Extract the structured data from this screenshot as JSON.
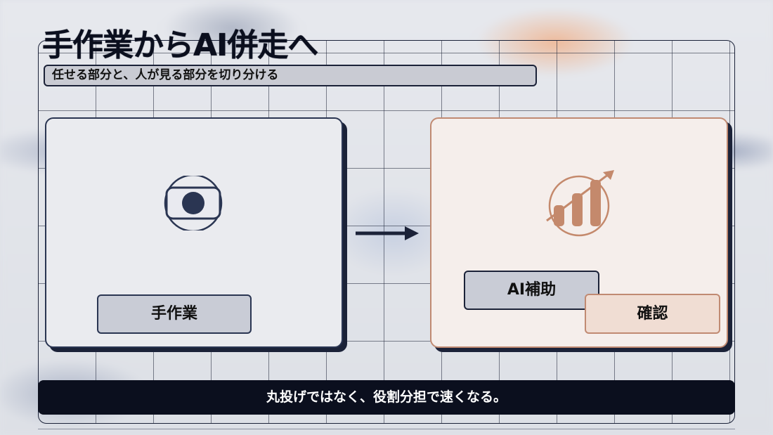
{
  "slide": {
    "title": "手作業からAI併走へ",
    "subtitle": "任せる部分と、人が見る部分を切り分ける",
    "left_panel": {
      "label": "手作業",
      "icon": "eye-icon"
    },
    "right_panel": {
      "ai_label": "AI補助",
      "confirm_label": "確認",
      "icon": "growth-chart-icon"
    },
    "arrow_icon": "arrow-right-icon",
    "footer": "丸投げではなく、役割分担で速くなる。"
  },
  "colors": {
    "navy": "#0b0f1e",
    "panel_border": "#2a3552",
    "accent_copper": "#c08a72",
    "icon_copper": "#c4896c"
  }
}
